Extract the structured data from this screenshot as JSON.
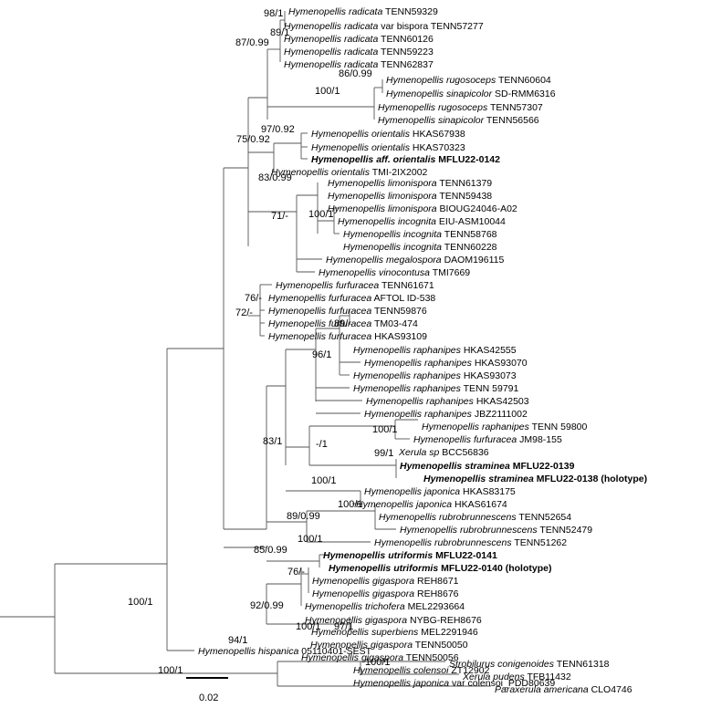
{
  "taxa": [
    {
      "genus": "Hymenopellis",
      "epithet": "radicata",
      "code": "TENN59329",
      "bold": false
    },
    {
      "genus": "Hymenopellis",
      "epithet": "radicata",
      "code": "var bispora TENN57277",
      "bold": false
    },
    {
      "genus": "Hymenopellis",
      "epithet": "radicata",
      "code": "TENN60126",
      "bold": false
    },
    {
      "genus": "Hymenopellis",
      "epithet": "radicata",
      "code": "TENN59223",
      "bold": false
    },
    {
      "genus": "Hymenopellis",
      "epithet": "radicata",
      "code": "TENN62837",
      "bold": false
    },
    {
      "genus": "Hymenopellis",
      "epithet": "rugosoceps",
      "code": "TENN60604",
      "bold": false
    },
    {
      "genus": "Hymenopellis",
      "epithet": "sinapicolor",
      "code": "SD-RMM6316",
      "bold": false
    },
    {
      "genus": "Hymenopellis",
      "epithet": "rugosoceps",
      "code": "TENN57307",
      "bold": false
    },
    {
      "genus": "Hymenopellis",
      "epithet": "sinapicolor",
      "code": "TENN56566",
      "bold": false
    },
    {
      "genus": "Hymenopellis",
      "epithet": "orientalis",
      "code": "HKAS67938",
      "bold": false
    },
    {
      "genus": "Hymenopellis",
      "epithet": "orientalis",
      "code": "HKAS70323",
      "bold": false
    },
    {
      "genus": "Hymenopellis",
      "epithet": "aff. orientalis",
      "code": "MFLU22-0142",
      "bold": true
    },
    {
      "genus": "Hymenopellis",
      "epithet": "orientalis",
      "code": "TMI-2IX2002",
      "bold": false
    },
    {
      "genus": "Hymenopellis",
      "epithet": "limonispora",
      "code": "TENN61379",
      "bold": false
    },
    {
      "genus": "Hymenopellis",
      "epithet": "limonispora",
      "code": "TENN59438",
      "bold": false
    },
    {
      "genus": "Hymenopellis",
      "epithet": "limonispora",
      "code": "BIOUG24046-A02",
      "bold": false
    },
    {
      "genus": "Hymenopellis",
      "epithet": "incognita",
      "code": "EIU-ASM10044",
      "bold": false
    },
    {
      "genus": "Hymenopellis",
      "epithet": "incognita",
      "code": "TENN58768",
      "bold": false
    },
    {
      "genus": "Hymenopellis",
      "epithet": "incognita",
      "code": "TENN60228",
      "bold": false
    },
    {
      "genus": "Hymenopellis",
      "epithet": "megalospora",
      "code": "DAOM196115",
      "bold": false
    },
    {
      "genus": "Hymenopellis",
      "epithet": "vinocontusa",
      "code": "TMI7669",
      "bold": false
    },
    {
      "genus": "Hymenopellis",
      "epithet": "furfuracea",
      "code": "TENN61671",
      "bold": false
    },
    {
      "genus": "Hymenopellis",
      "epithet": "furfuracea",
      "code": "AFTOL ID-538",
      "bold": false
    },
    {
      "genus": "Hymenopellis",
      "epithet": "furfuracea",
      "code": "TENN59876",
      "bold": false
    },
    {
      "genus": "Hymenopellis",
      "epithet": "furfuracea",
      "code": "TM03-474",
      "bold": false
    },
    {
      "genus": "Hymenopellis",
      "epithet": "furfuracea",
      "code": "HKAS93109",
      "bold": false
    },
    {
      "genus": "Hymenopellis",
      "epithet": "raphanipes",
      "code": "HKAS42555",
      "bold": false
    },
    {
      "genus": "Hymenopellis",
      "epithet": "raphanipes",
      "code": "HKAS93070",
      "bold": false
    },
    {
      "genus": "Hymenopellis",
      "epithet": "raphanipes",
      "code": "HKAS93073",
      "bold": false
    },
    {
      "genus": "Hymenopellis",
      "epithet": "raphanipes",
      "code": "TENN 59791",
      "bold": false
    },
    {
      "genus": "Hymenopellis",
      "epithet": "raphanipes",
      "code": "HKAS42503",
      "bold": false
    },
    {
      "genus": "Hymenopellis",
      "epithet": "raphanipes",
      "code": "JBZ2111002",
      "bold": false
    },
    {
      "genus": "Hymenopellis",
      "epithet": "raphanipes",
      "code": "TENN 59800",
      "bold": false
    },
    {
      "genus": "Hymenopellis",
      "epithet": "furfuracea",
      "code": "JM98-155",
      "bold": false
    },
    {
      "genus": "Xerula",
      "epithet": "sp",
      "code": "BCC56836",
      "bold": false
    },
    {
      "genus": "Hymenopellis",
      "epithet": "straminea",
      "code": "MFLU22-0139",
      "bold": true
    },
    {
      "genus": "Hymenopellis",
      "epithet": "straminea",
      "code": "MFLU22-0138 (holotype)",
      "bold": true
    },
    {
      "genus": "Hymenopellis",
      "epithet": "japonica",
      "code": "HKAS83175",
      "bold": false
    },
    {
      "genus": "Hymenopellis",
      "epithet": "japonica",
      "code": "HKAS61674",
      "bold": false
    },
    {
      "genus": "Hymenopellis",
      "epithet": "rubrobrunnescens",
      "code": "TENN52654",
      "bold": false
    },
    {
      "genus": "Hymenopellis",
      "epithet": "rubrobrunnescens",
      "code": "TENN52479",
      "bold": false
    },
    {
      "genus": "Hymenopellis",
      "epithet": "rubrobrunnescens",
      "code": "TENN51262",
      "bold": false
    },
    {
      "genus": "Hymenopellis",
      "epithet": "utriformis",
      "code": "MFLU22-0141",
      "bold": true
    },
    {
      "genus": "Hymenopellis",
      "epithet": "utriformis",
      "code": "MFLU22-0140 (holotype)",
      "bold": true
    },
    {
      "genus": "Hymenopellis",
      "epithet": "gigaspora",
      "code": "REH8671",
      "bold": false
    },
    {
      "genus": "Hymenopellis",
      "epithet": "gigaspora",
      "code": "REH8676",
      "bold": false
    },
    {
      "genus": "Hymenopellis",
      "epithet": "trichofera",
      "code": "MEL2293664",
      "bold": false
    },
    {
      "genus": "Hymenopellis",
      "epithet": "gigaspora",
      "code": "NYBG-REH8676",
      "bold": false
    },
    {
      "genus": "Hymenopellis",
      "epithet": "superbiens",
      "code": "MEL2291946",
      "bold": false
    },
    {
      "genus": "Hymenopellis",
      "epithet": "gigaspora",
      "code": "TENN50050",
      "bold": false
    },
    {
      "genus": "Hymenopellis",
      "epithet": "gigaspora",
      "code": "TENN50056",
      "bold": false
    },
    {
      "genus": "Hymenopellis",
      "epithet": "colensoi",
      "code": "ZT12902",
      "bold": false
    },
    {
      "genus": "Hymenopellis",
      "epithet": "japonica",
      "code": "var colensoi_PDD80639",
      "bold": false
    },
    {
      "genus": "Hymenopellis",
      "epithet": "hispanica",
      "code": "05110401-SEST",
      "bold": false
    },
    {
      "genus": "Strobilurus",
      "epithet": "conigenoides",
      "code": "TENN61318",
      "bold": false
    },
    {
      "genus": "Xerula",
      "epithet": "pudens",
      "code": "TFB11432",
      "bold": false
    },
    {
      "genus": "Paraxerula",
      "epithet": "americana",
      "code": "CLO4746",
      "bold": false
    }
  ],
  "supports": [
    "98/1",
    "89/1",
    "87/0.99",
    "86/0.99",
    "100/1",
    "97/0.92",
    "75/0.92",
    "83/0.99",
    "71/-",
    "100/1",
    "76/-",
    "72/-",
    "89/-",
    "96/1",
    "100/1",
    "-/1",
    "99/1",
    "83/1",
    "100/1",
    "89/0.99",
    "100/1",
    "85/0.99",
    "100/1",
    "76/-",
    "92/0.99",
    "100/1",
    "97/1",
    "94/1",
    "100/1",
    "100/1",
    "100/1"
  ],
  "scale_bar": {
    "label": "0.02"
  }
}
